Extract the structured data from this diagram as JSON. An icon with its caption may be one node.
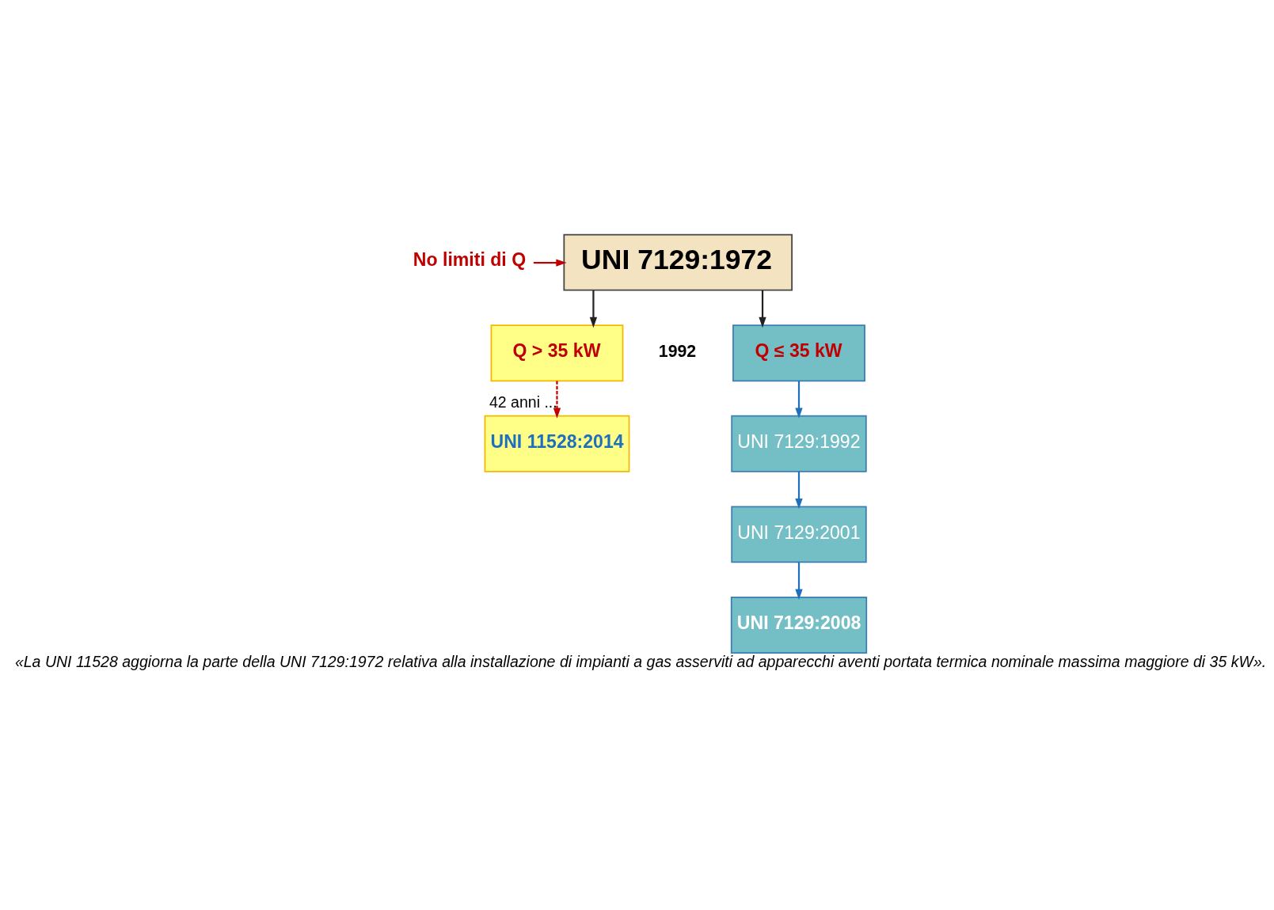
{
  "diagram": {
    "caption": "«La UNI 11528 aggiorna la parte della UNI 7129:1972 relativa alla installazione di impianti a gas asserviti ad apparecchi aventi portata termica nominale massima maggiore di 35 kW».",
    "nodes": [
      {
        "text": [
          "UNI 7129:1972"
        ]
      },
      {
        "text": [
          "No limiti di Q"
        ]
      },
      {
        "text": [
          "Q > 35 kW"
        ]
      },
      {
        "text": [
          "Q ≤ 35 kW"
        ]
      },
      {
        "text": [
          "UNI 11528:2014"
        ]
      },
      {
        "text": [
          "UNI 7129:1992"
        ]
      },
      {
        "text": [
          "UNI 7129:2001"
        ]
      },
      {
        "text": [
          "UNI 7129:2008"
        ]
      }
    ],
    "edges": [
      {
        "from": 1,
        "to": 0,
        "arrow": "to",
        "color": "#c00000"
      },
      {
        "from": 0,
        "to": 2,
        "arrow": "to",
        "color": "#222222"
      },
      {
        "from": 0,
        "to": 3,
        "arrow": "to",
        "color": "#222222"
      },
      {
        "from": 2,
        "to": 4,
        "arrow": "to",
        "style": "dashed",
        "color": "#c00000",
        "label": "42 anni ..."
      },
      {
        "from": 3,
        "to": 5,
        "arrow": "to"
      },
      {
        "from": 5,
        "to": 6,
        "arrow": "to"
      },
      {
        "from": 6,
        "to": 7,
        "arrow": "to"
      }
    ],
    "labels": [
      "1992"
    ]
  }
}
